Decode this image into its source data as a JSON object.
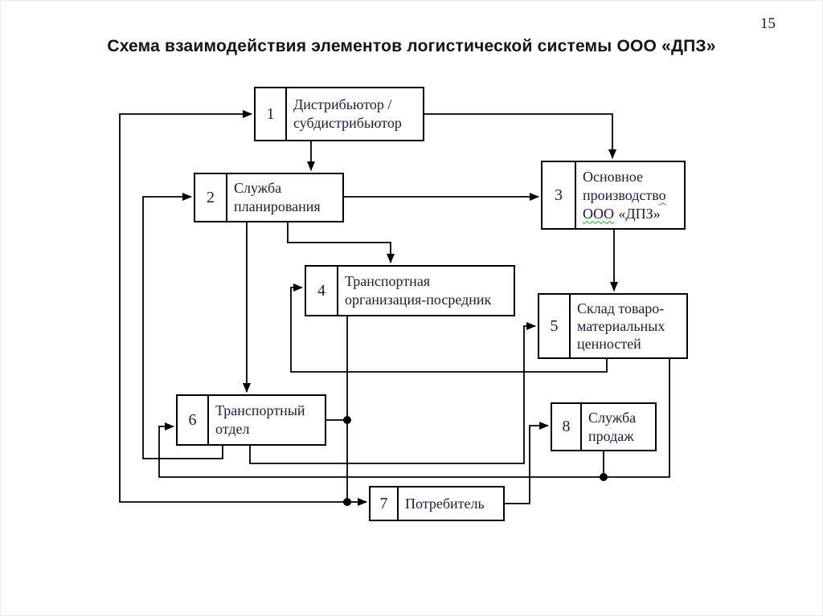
{
  "slide": {
    "page_number": "15",
    "title": "Схема взаимодействия элементов логистической системы ООО «ДПЗ»"
  },
  "nodes": {
    "n1": {
      "num": "1",
      "line1": "Дистрибьютор /",
      "line2": "субдистрибьютор"
    },
    "n2": {
      "num": "2",
      "line1": "Служба",
      "line2": "планирования"
    },
    "n3": {
      "num": "3",
      "line1": "Основное",
      "line2_main": "производств",
      "line2_tail": "о",
      "line3_org": "ООО",
      "line3_rest": "«ДПЗ»"
    },
    "n4": {
      "num": "4",
      "line1": "Транспортная",
      "line2": "организация-посредник"
    },
    "n5": {
      "num": "5",
      "line1": "Склад товаро-",
      "line2": "материальных",
      "line3": "ценностей"
    },
    "n6": {
      "num": "6",
      "line1": "Транспортный",
      "line2": "отдел"
    },
    "n7": {
      "num": "7",
      "line1": "Потребитель"
    },
    "n8": {
      "num": "8",
      "line1": "Служба",
      "line2": "продаж"
    }
  },
  "edges": [
    "1→2",
    "1→3",
    "2→3",
    "2→4",
    "2→6",
    "3→5",
    "5→4",
    "5→6",
    "8→6",
    "6→2",
    "6→5",
    "6/4→7",
    "6/4→1",
    "7→8"
  ],
  "colors": {
    "line": "#000000",
    "box_border": "#000000",
    "text": "#1c1c33",
    "spellcheck_underline": "#2ea12e",
    "background": "#ffffff"
  }
}
